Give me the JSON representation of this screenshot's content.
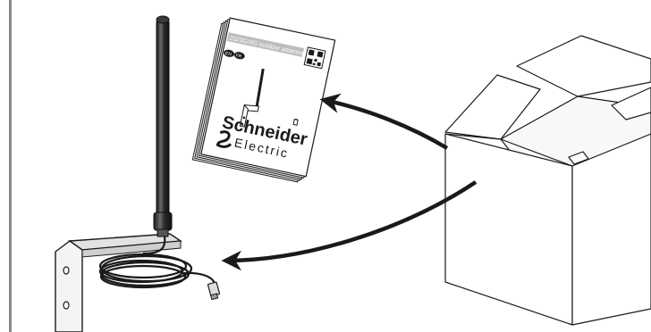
{
  "booklet": {
    "product_title": "2G/3G/4G outdoor antenna",
    "badge_left": "EN",
    "badge_right": "FR",
    "brand_line1": "Schneider",
    "brand_line2": "Electric"
  },
  "colors": {
    "ink": "#1a1a1a",
    "margin_bar": "#8a8a8a",
    "antenna": "#2b2b2b",
    "title_band": "#bdbdbd"
  }
}
